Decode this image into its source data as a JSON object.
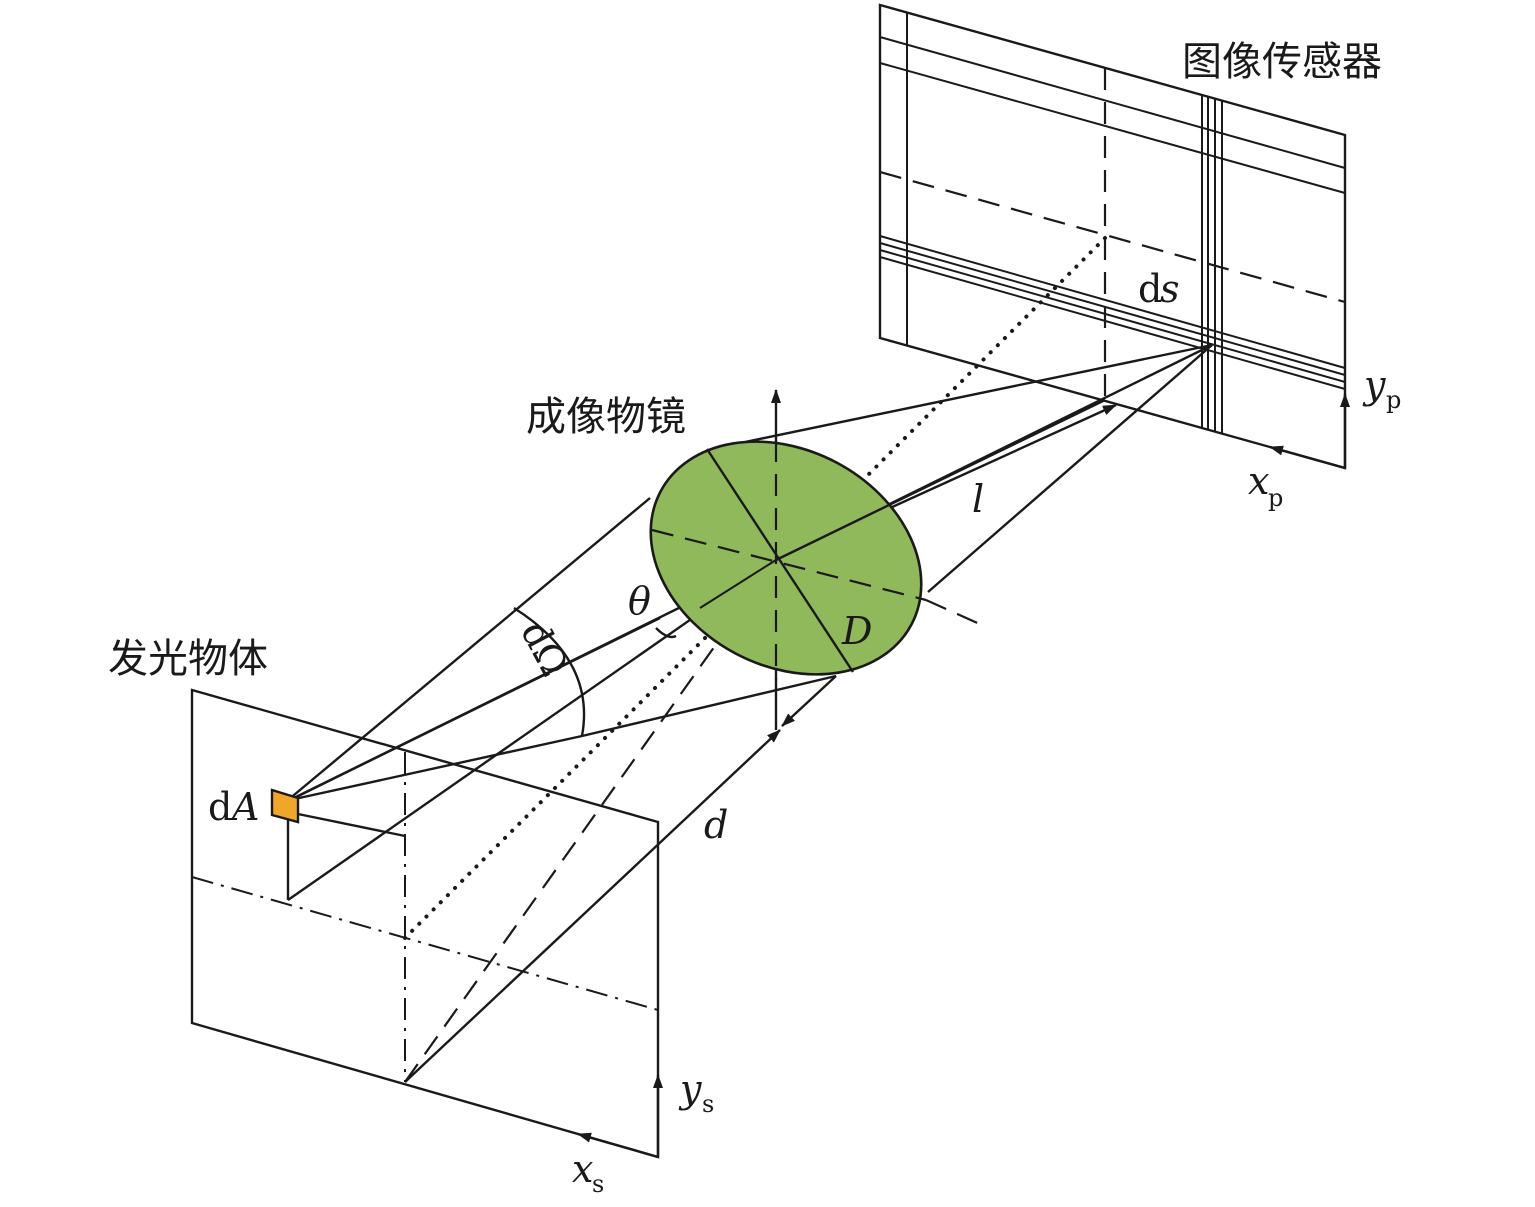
{
  "labels": {
    "image_sensor": "图像传感器",
    "objective_lens": "成像物镜",
    "emitting_object": "发光物体",
    "ds_d": "d",
    "ds_s": "s",
    "dA_d": "d",
    "dA_A": "A",
    "dOmega": "dΩ",
    "theta": "θ",
    "D": "D",
    "l": "l",
    "d": "d",
    "x_p": "x",
    "x_p_sub": "p",
    "y_p": "y",
    "y_p_sub": "p",
    "x_s": "x",
    "x_s_sub": "s",
    "y_s": "y",
    "y_s_sub": "s"
  },
  "colors": {
    "lens_fill": "#8fb95a",
    "source_fill": "#f0a62a",
    "line": "#1a1a1a"
  }
}
